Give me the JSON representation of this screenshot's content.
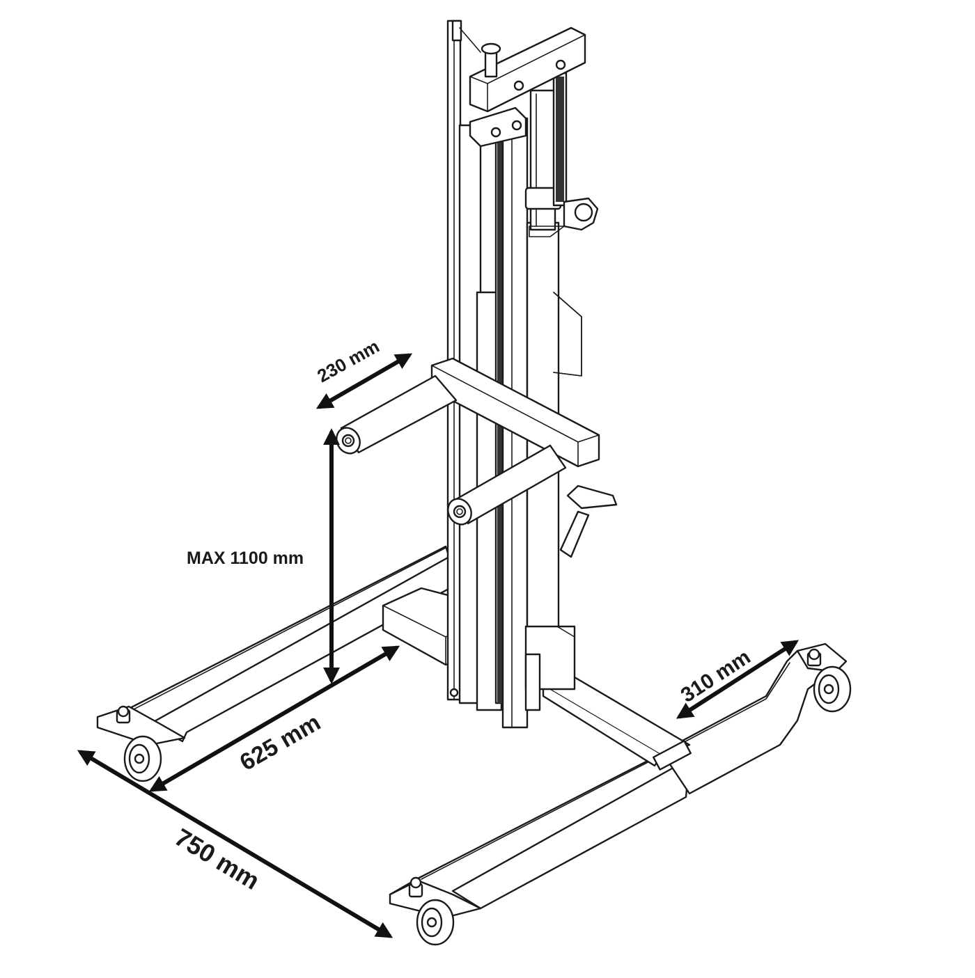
{
  "diagram": {
    "subject": "mobile-lift-trolley",
    "colors": {
      "line": "#1a1a1a",
      "arrow": "#111111",
      "fill": "#ffffff"
    },
    "dimensions": {
      "roller_width": "230 mm",
      "max_height": "MAX 1100 mm",
      "inner_width": "625 mm",
      "outer_length": "750 mm",
      "rear_leg_width": "310 mm"
    }
  }
}
